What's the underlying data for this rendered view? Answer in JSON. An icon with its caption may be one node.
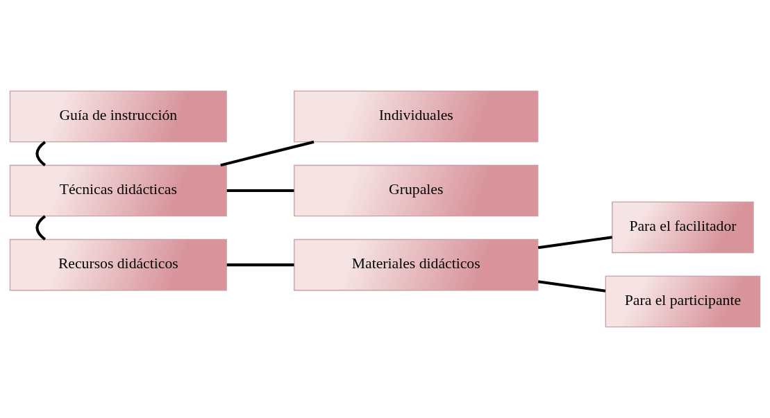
{
  "diagram": {
    "nodes": [
      {
        "text": [
          "Guía de instrucción"
        ]
      },
      {
        "text": [
          "Técnicas didácticas"
        ]
      },
      {
        "text": [
          "Individuales"
        ]
      },
      {
        "text": [
          "Grupales"
        ]
      },
      {
        "text": [
          "Recursos didácticos"
        ]
      },
      {
        "text": [
          "Materiales didácticos"
        ]
      },
      {
        "text": [
          "Para el facilitador"
        ]
      },
      {
        "text": [
          "Para el participante"
        ]
      }
    ],
    "edges": [
      {
        "from": 0,
        "to": 1,
        "arrow": "none"
      },
      {
        "from": 1,
        "to": 2,
        "arrow": "none"
      },
      {
        "from": 1,
        "to": 3,
        "arrow": "none"
      },
      {
        "from": 1,
        "to": 4,
        "arrow": "none"
      },
      {
        "from": 4,
        "to": 5,
        "arrow": "none"
      },
      {
        "from": 5,
        "to": 6,
        "arrow": "none"
      },
      {
        "from": 5,
        "to": 7,
        "arrow": "none"
      }
    ]
  }
}
